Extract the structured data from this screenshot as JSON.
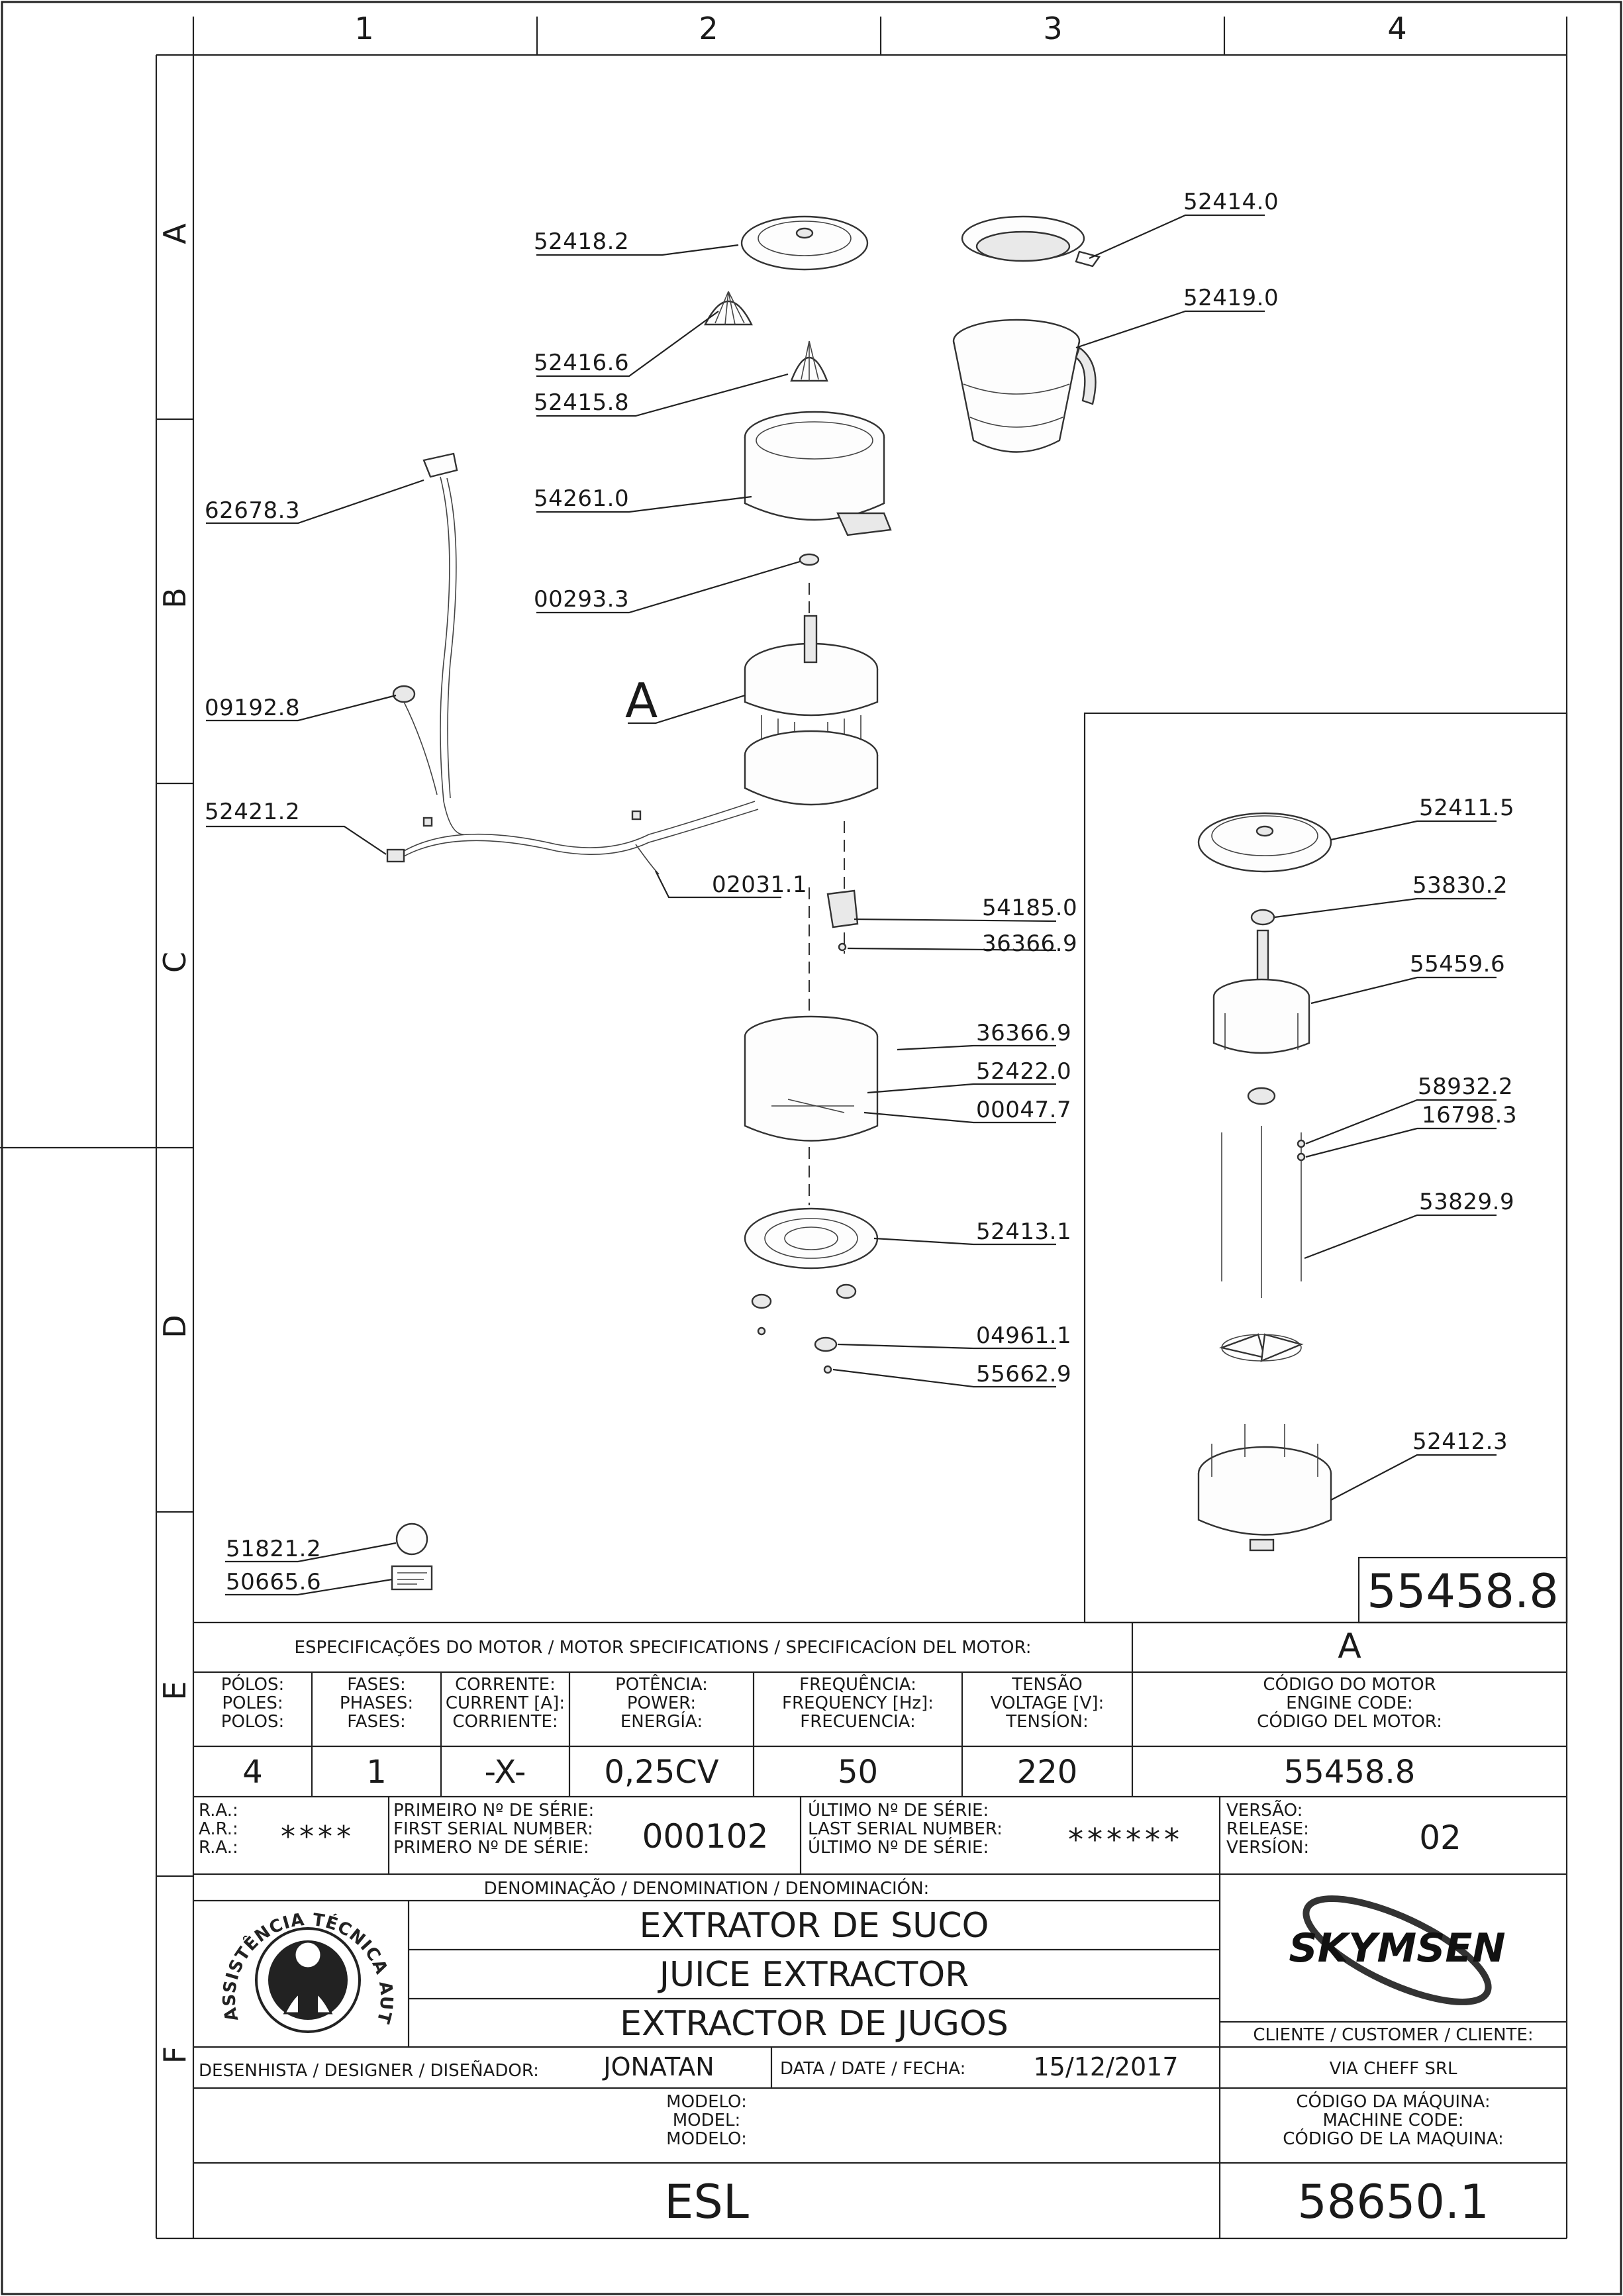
{
  "grid": {
    "columns": [
      "1",
      "2",
      "3",
      "4"
    ],
    "rows": [
      "A",
      "B",
      "C",
      "D",
      "E",
      "F"
    ]
  },
  "callouts": {
    "c52418_2": "52418.2",
    "c52416_6": "52416.6",
    "c52415_8": "52415.8",
    "c54261_0": "54261.0",
    "c00293_3": "00293.3",
    "cA": "A",
    "c52414_0": "52414.0",
    "c52419_0": "52419.0",
    "c62678_3": "62678.3",
    "c09192_8": "09192.8",
    "c52421_2": "52421.2",
    "c02031_1": "02031.1",
    "c54185_0": "54185.0",
    "c36366_9a": "36366.9",
    "c36366_9b": "36366.9",
    "c52422_0": "52422.0",
    "c00047_7": "00047.7",
    "c52413_1": "52413.1",
    "c04961_1": "04961.1",
    "c55662_9": "55662.9",
    "c51821_2": "51821.2",
    "c50665_6": "50665.6",
    "c52411_5": "52411.5",
    "c53830_2": "53830.2",
    "c55459_6": "55459.6",
    "c58932_2": "58932.2",
    "c16798_3": "16798.3",
    "c53829_9": "53829.9",
    "c52412_3": "52412.3",
    "detail_code": "55458.8"
  },
  "motor_specs": {
    "heading": "ESPECIFICAÇÕES DO MOTOR / MOTOR SPECIFICATIONS / SPECIFICACÍON DEL MOTOR:",
    "assembly_ref": "A",
    "poles": {
      "l1": "PÓLOS:",
      "l2": "POLES:",
      "l3": "POLOS:",
      "value": "4"
    },
    "phases": {
      "l1": "FASES:",
      "l2": "PHASES:",
      "l3": "FASES:",
      "value": "1"
    },
    "current": {
      "l1": "CORRENTE:",
      "l2": "CURRENT [A]:",
      "l3": "CORRIENTE:",
      "value": "-X-"
    },
    "power": {
      "l1": "POTÊNCIA:",
      "l2": "POWER:",
      "l3": "ENERGÍA:",
      "value": "0,25CV"
    },
    "frequency": {
      "l1": "FREQUÊNCIA:",
      "l2": "FREQUENCY [Hz]:",
      "l3": "FRECUENCIA:",
      "value": "50"
    },
    "voltage": {
      "l1": "TENSÃO",
      "l2": "VOLTAGE [V]:",
      "l3": "TENSÍON:",
      "value": "220"
    },
    "engine_code": {
      "l1": "CÓDIGO DO MOTOR",
      "l2": "ENGINE CODE:",
      "l3": "CÓDIGO DEL MOTOR:",
      "value": "55458.8"
    }
  },
  "serials": {
    "ra1": "R.A.:",
    "ar": "A.R.:",
    "ra2": "R.A.:",
    "ra_value": "****",
    "first_l1": "PRIMEIRO Nº DE SÉRIE:",
    "first_l2": "FIRST SERIAL NUMBER:",
    "first_l3": "PRIMERO Nº DE SÉRIE:",
    "first_value": "000102",
    "last_l1": "ÚLTIMO Nº DE SÉRIE:",
    "last_l2": "LAST SERIAL NUMBER:",
    "last_l3": "ÚLTIMO Nº DE SÉRIE:",
    "last_value": "******",
    "ver_l1": "VERSÃO:",
    "ver_l2": "RELEASE:",
    "ver_l3": "VERSÍON:",
    "ver_value": "02"
  },
  "title_block": {
    "denomination_heading": "DENOMINAÇÃO / DENOMINATION / DENOMINACIÓN:",
    "name_pt": "EXTRATOR DE SUCO",
    "name_en": "JUICE EXTRACTOR",
    "name_es": "EXTRACTOR DE JUGOS",
    "seal_text": "ASSISTÊNCIA TÉCNICA AUTORIZADA",
    "brand": "SKYMSEN",
    "customer_label": "CLIENTE / CUSTOMER / CLIENTE:",
    "customer_value": "VIA CHEFF SRL",
    "designer_label": "DESENHISTA / DESIGNER / DISEÑADOR:",
    "designer_value": "JONATAN",
    "date_label": "DATA / DATE / FECHA:",
    "date_value": "15/12/2017",
    "model_l1": "MODELO:",
    "model_l2": "MODEL:",
    "model_l3": "MODELO:",
    "model_value": "ESL",
    "machine_l1": "CÓDIGO DA MÁQUINA:",
    "machine_l2": "MACHINE CODE:",
    "machine_l3": "CÓDIGO DE LA MAQUINA:",
    "machine_value": "58650.1"
  }
}
